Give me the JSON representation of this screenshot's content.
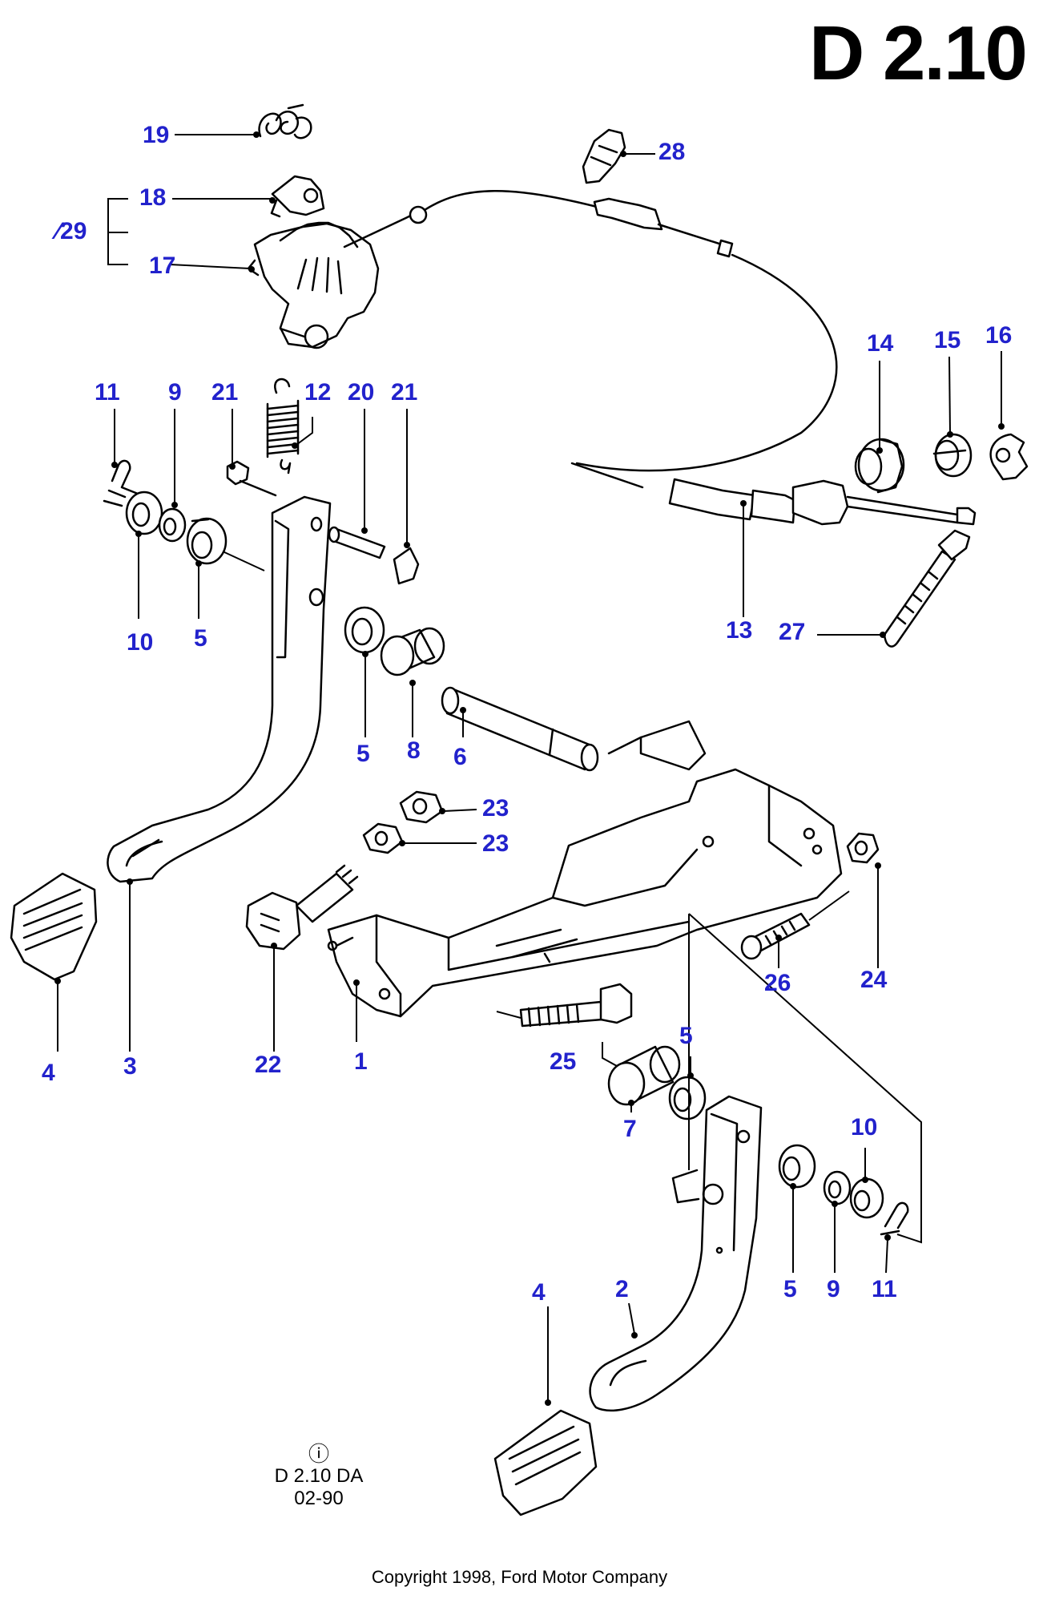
{
  "page_code": "D 2.10",
  "drawing_ref": "D 2.10 DA",
  "drawing_date": "02-90",
  "info_icon": "info-circle-icon",
  "copyright": "Copyright 1998, Ford Motor Company",
  "accent_color": "#2222cc",
  "callouts": [
    {
      "id": "c19",
      "text": "19"
    },
    {
      "id": "c18",
      "text": "18"
    },
    {
      "id": "c29",
      "text": "29"
    },
    {
      "id": "c17",
      "text": "17"
    },
    {
      "id": "c28",
      "text": "28"
    },
    {
      "id": "c14",
      "text": "14"
    },
    {
      "id": "c15",
      "text": "15"
    },
    {
      "id": "c16",
      "text": "16"
    },
    {
      "id": "c11a",
      "text": "11"
    },
    {
      "id": "c9a",
      "text": "9"
    },
    {
      "id": "c21a",
      "text": "21"
    },
    {
      "id": "c12",
      "text": "12"
    },
    {
      "id": "c20",
      "text": "20"
    },
    {
      "id": "c21b",
      "text": "21"
    },
    {
      "id": "c10a",
      "text": "10"
    },
    {
      "id": "c5a",
      "text": "5"
    },
    {
      "id": "c13",
      "text": "13"
    },
    {
      "id": "c27",
      "text": "27"
    },
    {
      "id": "c5b",
      "text": "5"
    },
    {
      "id": "c8",
      "text": "8"
    },
    {
      "id": "c6",
      "text": "6"
    },
    {
      "id": "c23a",
      "text": "23"
    },
    {
      "id": "c23b",
      "text": "23"
    },
    {
      "id": "c26",
      "text": "26"
    },
    {
      "id": "c24",
      "text": "24"
    },
    {
      "id": "c4a",
      "text": "4"
    },
    {
      "id": "c3",
      "text": "3"
    },
    {
      "id": "c22",
      "text": "22"
    },
    {
      "id": "c1",
      "text": "1"
    },
    {
      "id": "c25",
      "text": "25"
    },
    {
      "id": "c5c",
      "text": "5"
    },
    {
      "id": "c7",
      "text": "7"
    },
    {
      "id": "c10b",
      "text": "10"
    },
    {
      "id": "c5d",
      "text": "5"
    },
    {
      "id": "c9b",
      "text": "9"
    },
    {
      "id": "c11b",
      "text": "11"
    },
    {
      "id": "c4b",
      "text": "4"
    },
    {
      "id": "c2",
      "text": "2"
    }
  ]
}
